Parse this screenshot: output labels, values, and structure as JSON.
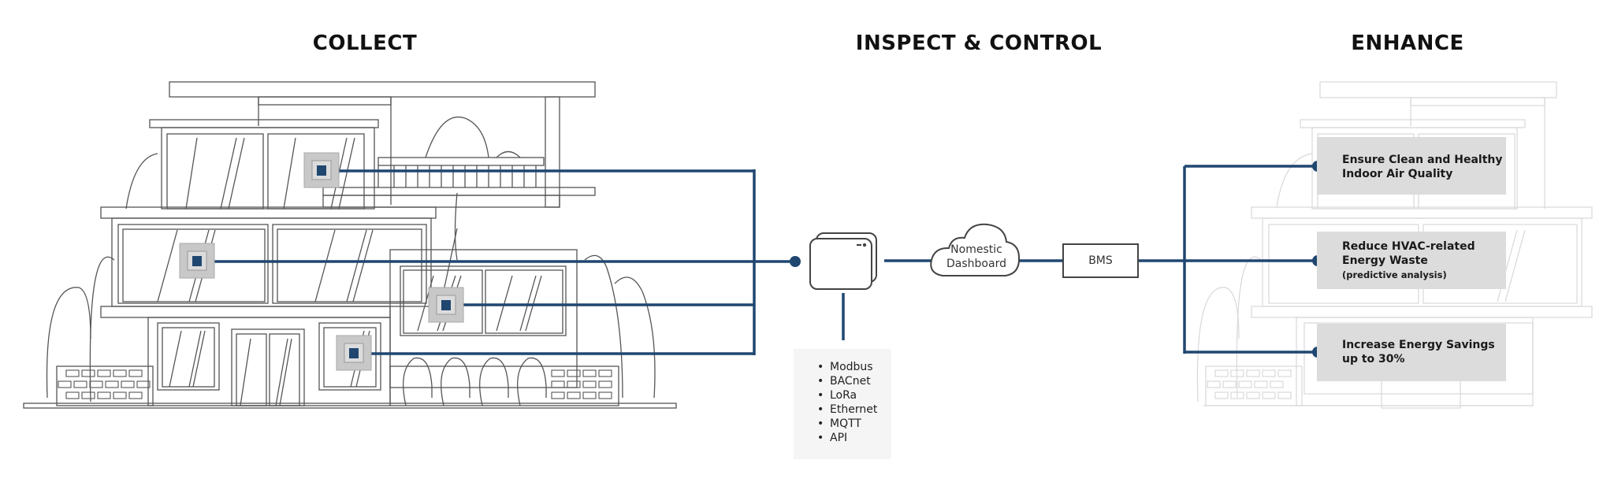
{
  "headings": {
    "collect": "COLLECT",
    "inspect": "INSPECT & CONTROL",
    "enhance": "ENHANCE"
  },
  "colors": {
    "connector": "#1f4770",
    "sensor_outer": "#c8c8c8",
    "sensor_inner": "#1f4770",
    "benefit_box": "#dcdcdc",
    "building_line": "#555555",
    "building_faded": "#d8d8d8"
  },
  "sensors": [
    {
      "name": "sensor-top-floor"
    },
    {
      "name": "sensor-middle-floor"
    },
    {
      "name": "sensor-annex-window"
    },
    {
      "name": "sensor-ground-floor"
    }
  ],
  "gateway": {
    "icon": "gateway-device-icon"
  },
  "cloud": {
    "line1": "Nomestic",
    "line2": "Dashboard",
    "icon": "cloud-icon"
  },
  "bms": {
    "label": "BMS"
  },
  "protocols": [
    "Modbus",
    "BACnet",
    "LoRa",
    "Ethernet",
    "MQTT",
    "API"
  ],
  "benefits": [
    {
      "line1": "Ensure Clean and Healthy",
      "line2": "Indoor Air Quality",
      "sub": ""
    },
    {
      "line1": "Reduce HVAC-related",
      "line2": "Energy Waste",
      "sub": "(predictive analysis)"
    },
    {
      "line1": "Increase Energy Savings",
      "line2": "up to 30%",
      "sub": ""
    }
  ]
}
